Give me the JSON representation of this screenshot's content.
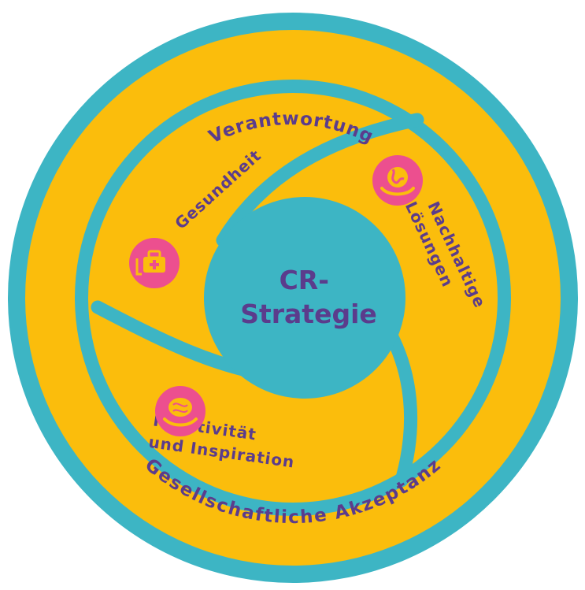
{
  "diagram": {
    "center_label": [
      "CR-",
      "Strategie"
    ],
    "outer_ring_top_label": "Verantwortung",
    "outer_ring_bottom_label": "Gesellschaftliche Akzeptanz",
    "segments": [
      {
        "label_lines": [
          "Gesundheit"
        ],
        "icon": "medical-bag-icon"
      },
      {
        "label_lines": [
          "Nachhaltige",
          "Lösungen"
        ],
        "icon": "globe-hand-icon"
      },
      {
        "label_lines": [
          "Kreativität",
          "und Inspiration"
        ],
        "icon": "brain-hand-icon"
      }
    ]
  },
  "colors": {
    "teal": "#3db5c4",
    "yellow": "#fbbd0c",
    "text": "#5b3c8c",
    "icon_pink": "#ec4f8f"
  }
}
